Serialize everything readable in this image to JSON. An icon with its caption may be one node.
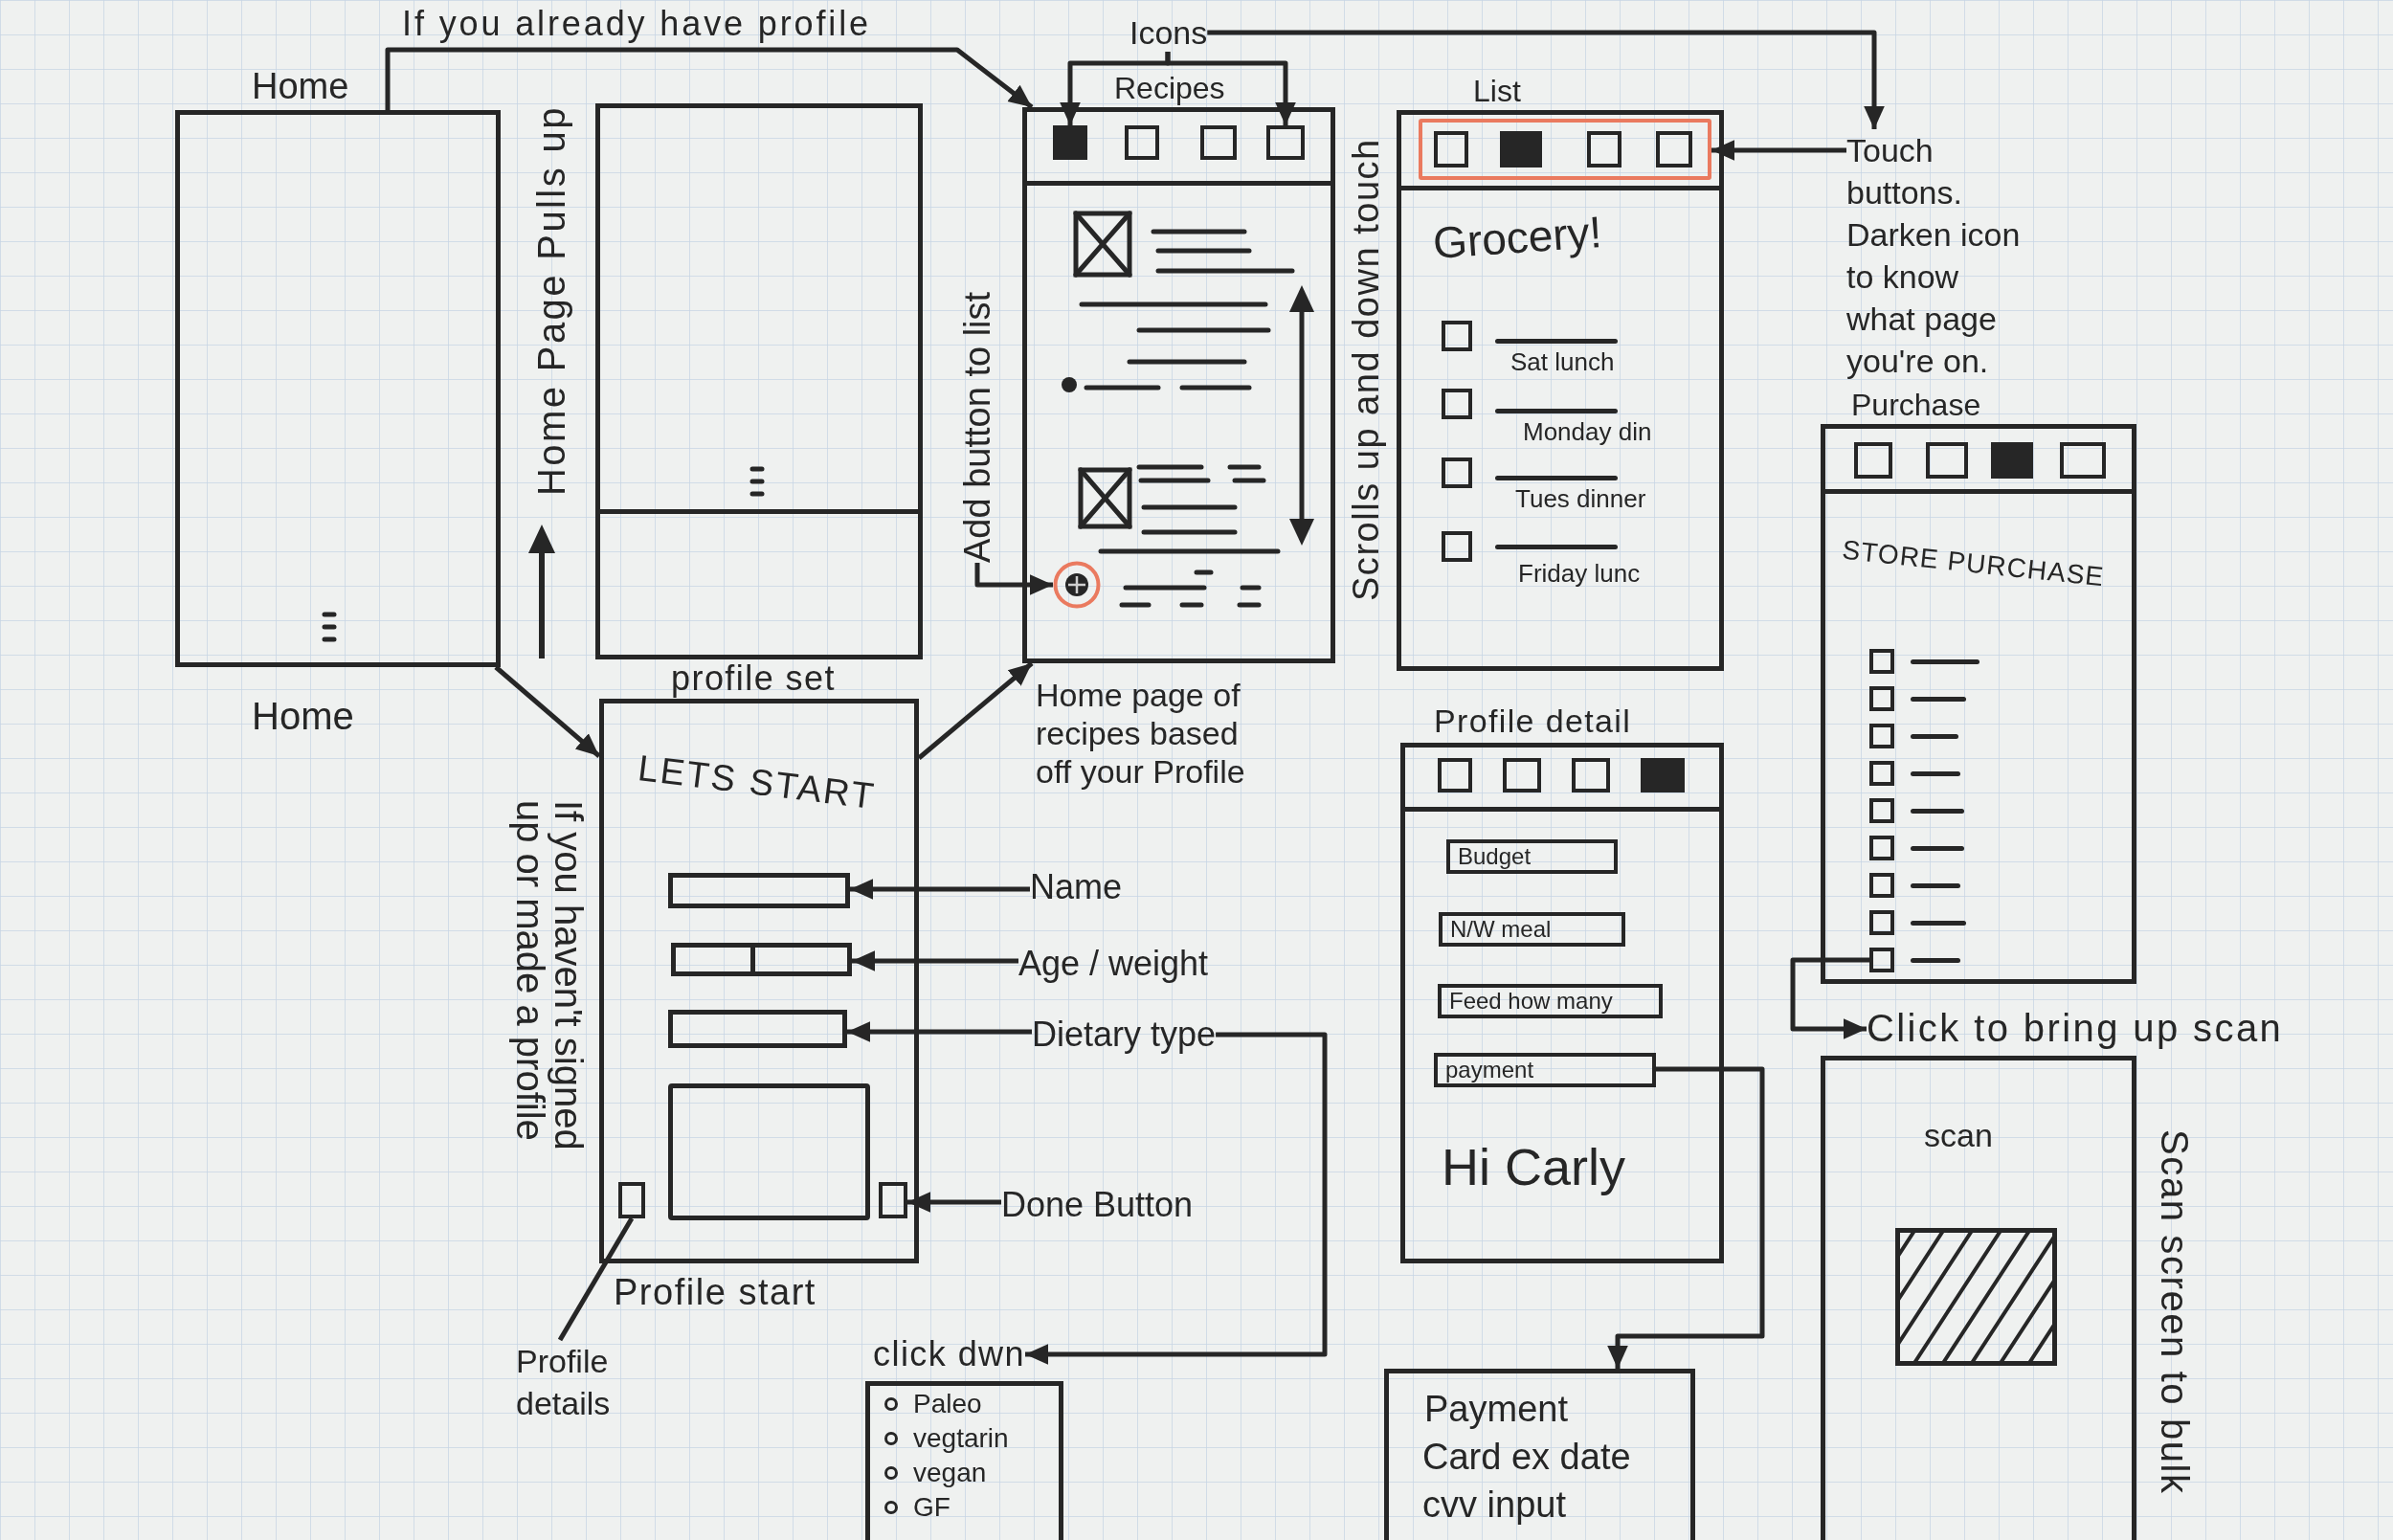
{
  "diagram": {
    "nodes": [
      {
        "text": [],
        "shape": "box",
        "beside": [
          "Home",
          "Home"
        ]
      },
      {
        "text": [],
        "shape": "box"
      },
      {
        "text": [
          "Icons"
        ]
      },
      {
        "text": [],
        "shape": "box",
        "beside": [
          "Recipes",
          "Home page of recipes based off your Profile"
        ]
      },
      {
        "text": [],
        "shape": "box",
        "in": 3
      },
      {
        "text": [],
        "shape": "box",
        "in": 3
      },
      {
        "text": [],
        "shape": "circle",
        "in": 3
      },
      {
        "text": [
          "Add button to list"
        ]
      },
      {
        "text": [
          "Grocery!",
          "Sat lunch",
          "Monday din",
          "Tues dinner",
          "Friday lunc"
        ],
        "beside": [
          "List"
        ]
      },
      {
        "text": [],
        "shape": "box",
        "in": 8
      },
      {
        "text": [
          "Touch buttons. Darken icon to know what page you're on."
        ]
      },
      {
        "text": [
          "STORE PURCHASE"
        ],
        "beside": [
          "Purchase"
        ]
      },
      {
        "text": [],
        "shape": "box",
        "in": 11
      },
      {
        "text": [
          "LETS START"
        ],
        "beside": [
          "profile set",
          "Profile start"
        ]
      },
      {
        "text": [],
        "shape": "box",
        "in": 13
      },
      {
        "text": [],
        "shape": "box",
        "in": 13
      },
      {
        "text": [],
        "shape": "box",
        "in": 13
      },
      {
        "text": [],
        "shape": "box",
        "in": 13
      },
      {
        "text": [],
        "shape": "box",
        "in": 13
      },
      {
        "text": [
          "Name"
        ]
      },
      {
        "text": [
          "Age / weight"
        ]
      },
      {
        "text": [
          "Dietary type"
        ]
      },
      {
        "text": [
          "Done Button"
        ]
      },
      {
        "text": [
          "Profile details"
        ]
      },
      {
        "text": [
          "Hi Carly"
        ],
        "beside": [
          "Profile detail"
        ]
      },
      {
        "text": [
          "Budget"
        ],
        "in": 24
      },
      {
        "text": [
          "N/W meal"
        ],
        "in": 24
      },
      {
        "text": [
          "Feed how many"
        ],
        "in": 24
      },
      {
        "text": [
          "payment"
        ],
        "in": 24
      },
      {
        "text": [
          "Click to bring up scan"
        ]
      },
      {
        "text": [
          "scan"
        ],
        "beside": [
          "Scan screen to bulk"
        ]
      },
      {
        "text": [
          "click dwn"
        ]
      },
      {
        "text": [
          "Paleo",
          "vegtarin",
          "vegan",
          "GF"
        ]
      },
      {
        "text": [
          "Payment",
          "Card ex date",
          "cvv input"
        ]
      }
    ],
    "edges": [
      {
        "from": 0,
        "to": 3,
        "arrow": "to",
        "label": "If you already have profile"
      },
      {
        "from": 0,
        "to": 13,
        "arrow": "to"
      },
      {
        "from": 13,
        "to": 3,
        "arrow": "to"
      },
      {
        "from": 2,
        "to": 4,
        "arrow": "to"
      },
      {
        "from": 2,
        "to": 5,
        "arrow": "to"
      },
      {
        "from": 2,
        "to": 10,
        "arrow": "to"
      },
      {
        "from": 7,
        "to": 6,
        "arrow": "to"
      },
      {
        "from": 10,
        "to": 9,
        "arrow": "to"
      },
      {
        "from": 19,
        "to": 14,
        "arrow": "to"
      },
      {
        "from": 20,
        "to": 15,
        "arrow": "to"
      },
      {
        "from": 21,
        "to": 16,
        "arrow": "to"
      },
      {
        "from": 22,
        "to": 18,
        "arrow": "to"
      },
      {
        "from": 23,
        "to": 17,
        "arrow": "none"
      },
      {
        "from": 21,
        "to": 31,
        "arrow": "to"
      },
      {
        "from": 28,
        "to": 33,
        "arrow": "to"
      },
      {
        "from": 12,
        "to": 29,
        "arrow": "to"
      }
    ],
    "labels": [
      "Home Page Pulls up",
      "Scrolls up and down touch",
      "If you haven't signed up or made a profile"
    ]
  }
}
